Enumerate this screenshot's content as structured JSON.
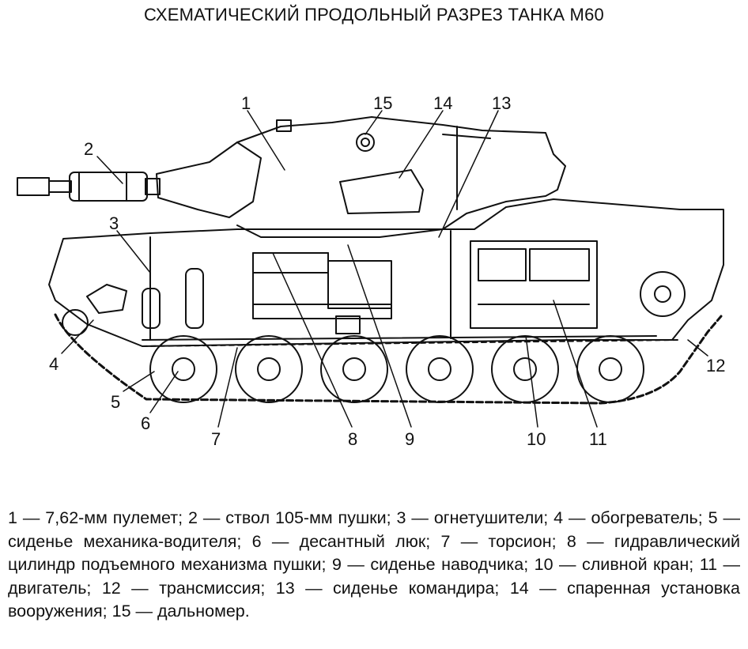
{
  "title": "СХЕМАТИЧЕСКИЙ ПРОДОЛЬНЫЙ РАЗРЕЗ ТАНКА М60",
  "callouts": [
    "1",
    "2",
    "3",
    "4",
    "5",
    "6",
    "7",
    "8",
    "9",
    "10",
    "11",
    "12",
    "13",
    "14",
    "15"
  ],
  "caption": {
    "items": [
      "1 — 7,62-мм пулемет;",
      "2 — ствол 105-мм пушки;",
      "3 — огнетушители;",
      "4 — обогреватель;",
      "5 — сиденье механика-водителя;",
      "6 — десантный люк;",
      "7 — торсион;",
      "8 — гидравлический цилиндр подъемного механизма пушки;",
      "9 — сиденье наводчика;",
      "10 — сливной кран;",
      "11 —двигатель;",
      "12 — трансмиссия;",
      "13 — сиденье командира;",
      "14 — спаренная установка вооружения;",
      "15 — дальномер."
    ]
  },
  "colors": {
    "ink": "#111111",
    "paper": "#ffffff"
  }
}
